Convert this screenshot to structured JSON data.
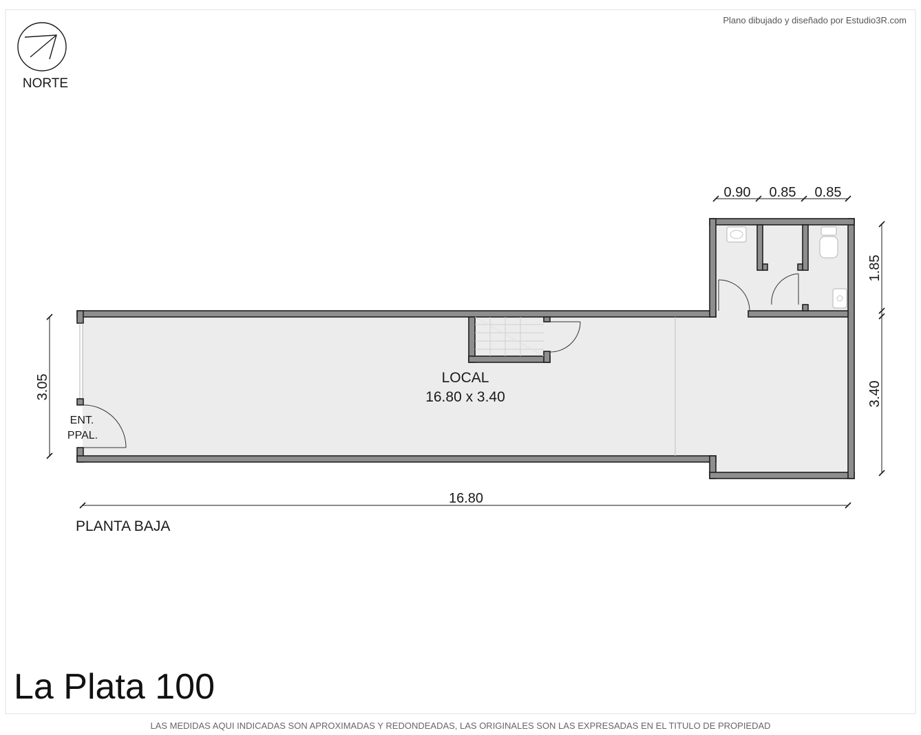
{
  "credit": "Plano dibujado y diseñado por Estudio3R.com",
  "north": {
    "label": "NORTE",
    "icon": "north-arrow-icon"
  },
  "plan": {
    "room_name": "LOCAL",
    "room_size": "16.80 x 3.40",
    "entrance_line1": "ENT.",
    "entrance_line2": "PPAL.",
    "level": "PLANTA BAJA"
  },
  "dimensions": {
    "top_1": "0.90",
    "top_2": "0.85",
    "top_3": "0.85",
    "right_upper": "1.85",
    "right_lower": "3.40",
    "left": "3.05",
    "bottom": "16.80"
  },
  "title": "La Plata 100",
  "disclaimer": "LAS MEDIDAS AQUI INDICADAS SON APROXIMADAS Y REDONDEADAS, LAS ORIGINALES SON LAS EXPRESADAS EN EL TITULO DE PROPIEDAD",
  "colors": {
    "wall": "#8e8e8e",
    "floor": "#ececec",
    "line": "#1f1f1f"
  }
}
